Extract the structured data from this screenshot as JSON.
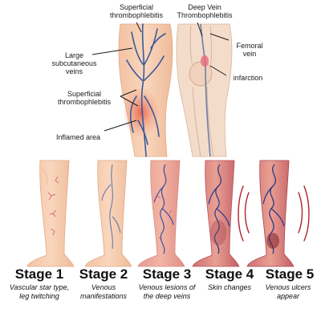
{
  "top_labels": {
    "superficial_top": "Superficial thrombophlebitis",
    "deep_vein": "Deep Vein Thrombophlebitis",
    "large_veins": "Large subcutaneous veins",
    "femoral": "Femoral vein",
    "infarction": "infarction",
    "superficial_mid": "Superficial thrombophlebitis",
    "inflamed": "Inflamed area"
  },
  "stages": [
    {
      "title": "Stage 1",
      "desc": "Vascular star type, leg twitching"
    },
    {
      "title": "Stage 2",
      "desc": "Venous manifestations"
    },
    {
      "title": "Stage 3",
      "desc": "Venous lesions of the deep veins"
    },
    {
      "title": "Stage 4",
      "desc": "Skin changes"
    },
    {
      "title": "Stage 5",
      "desc": "Venous ulcers appear"
    }
  ],
  "colors": {
    "skin": "#f7cfb2",
    "skin_shadow": "#f0b896",
    "vein_blue": "#3a5a9c",
    "vein_red": "#c7364a",
    "inflamed": "#e8604a",
    "ulcer_dark": "#9a2a3a"
  }
}
